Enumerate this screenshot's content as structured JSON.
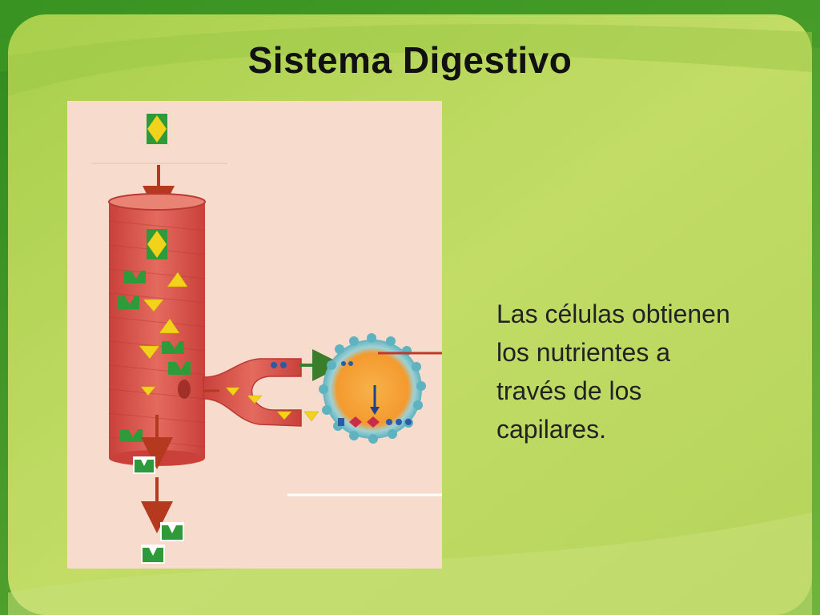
{
  "slide": {
    "title": "Sistema Digestivo",
    "caption_lines": [
      "Las células obtienen",
      "los nutrientes a",
      "través de los",
      "capilares."
    ]
  },
  "colors": {
    "frame_green": "#5aa12a",
    "slide_green": "#b9d75a",
    "diagram_bg": "#f7dccd",
    "vessel_red": "#d9534f",
    "arrow_red": "#c0392b",
    "nutrient_green": "#2f9a3a",
    "nutrient_yellow": "#f2d21b",
    "cell_orange": "#f4a23a",
    "cell_membrane": "#7fc6cf"
  },
  "icons": [
    "nutrient-diamond-icon",
    "nutrient-triangle-icon",
    "nutrient-green-shape-icon",
    "arrow-right-icon",
    "arrow-down-icon"
  ]
}
